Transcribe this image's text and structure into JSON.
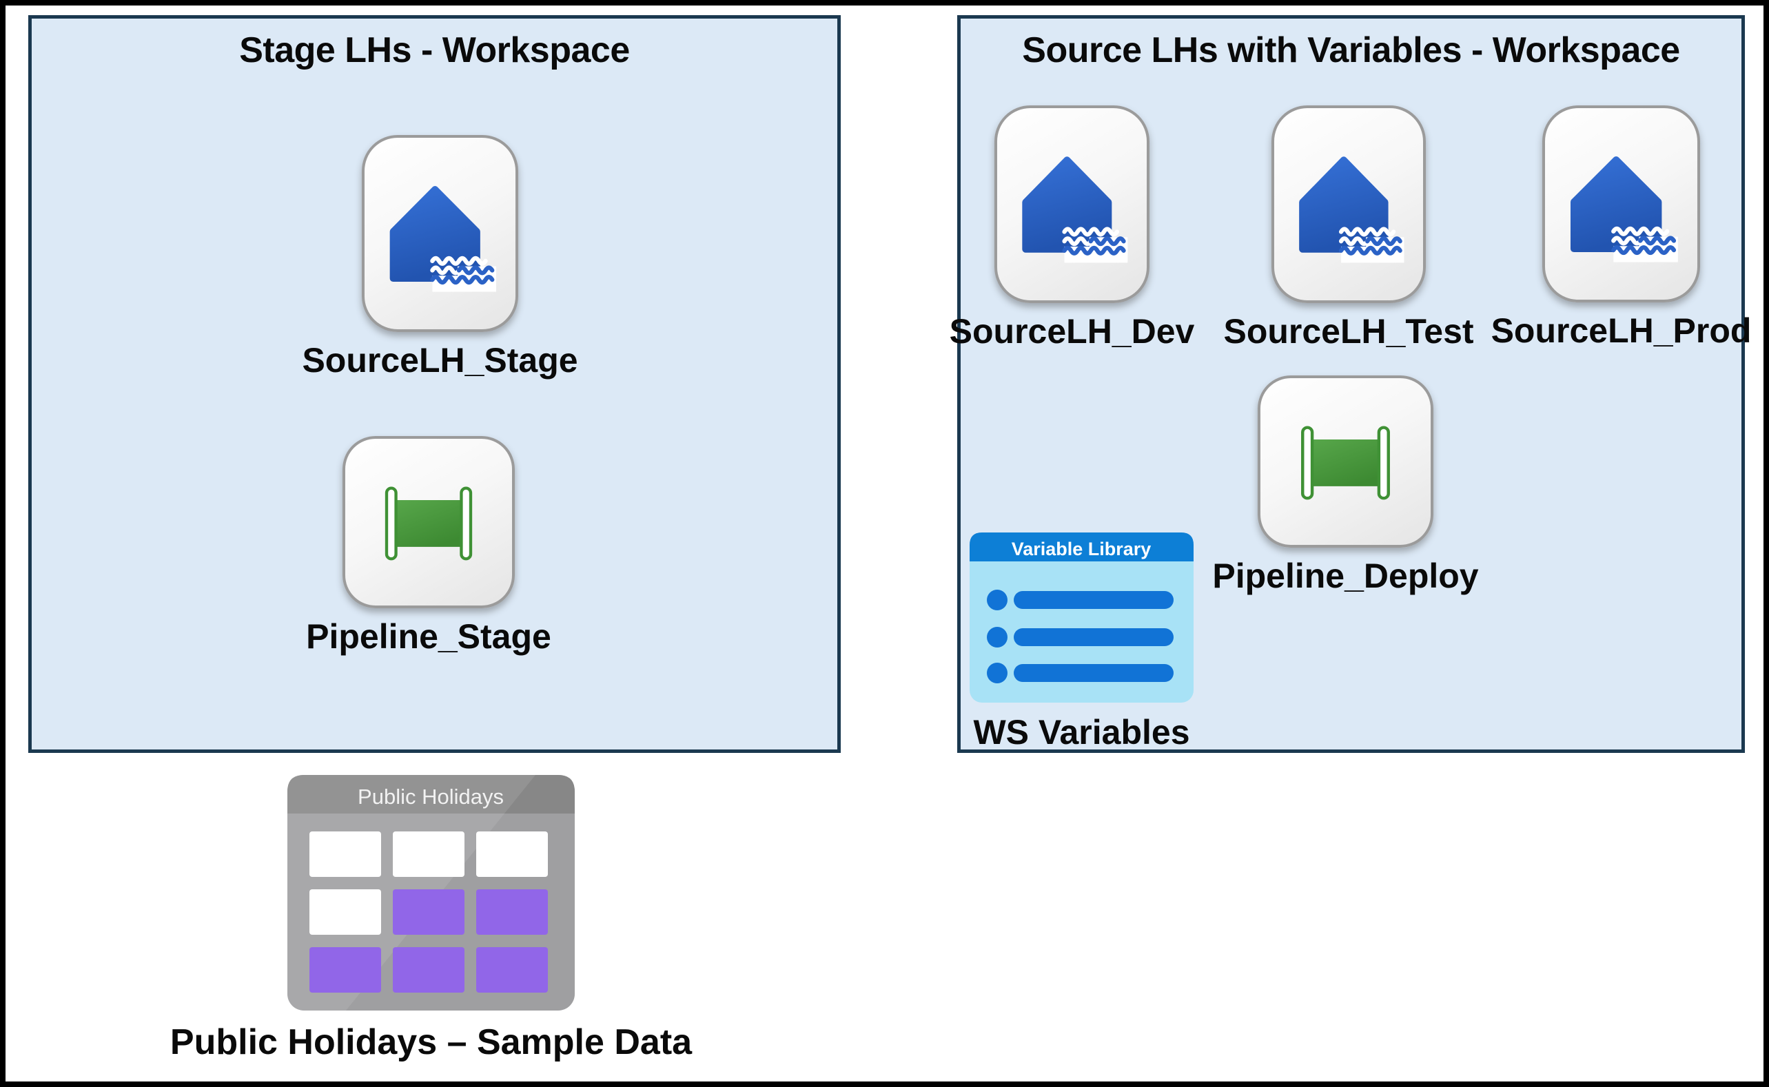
{
  "left_workspace": {
    "title": "Stage LHs - Workspace",
    "items": [
      {
        "icon": "lakehouse-icon",
        "label": "SourceLH_Stage"
      },
      {
        "icon": "pipeline-icon",
        "label": "Pipeline_Stage"
      }
    ]
  },
  "right_workspace": {
    "title": "Source LHs with Variables - Workspace",
    "lakehouses": [
      {
        "icon": "lakehouse-icon",
        "label": "SourceLH_Dev"
      },
      {
        "icon": "lakehouse-icon",
        "label": "SourceLH_Test"
      },
      {
        "icon": "lakehouse-icon",
        "label": "SourceLH_Prod"
      }
    ],
    "pipeline": {
      "icon": "pipeline-icon",
      "label": "Pipeline_Deploy"
    },
    "variable_library": {
      "icon": "variable-library-icon",
      "icon_header": "Variable Library",
      "label": "WS Variables"
    }
  },
  "sample_data": {
    "icon": "table-icon",
    "icon_header": "Public Holidays",
    "label": "Public Holidays – Sample Data"
  },
  "colors": {
    "workspace_fill": "#dce9f6",
    "workspace_border": "#1b3950",
    "lakehouse_blue": "#2b62c6",
    "pipeline_green": "#459a39",
    "variable_header_blue": "#0d7fd6",
    "variable_body_cyan": "#a8e2f6",
    "variable_row_blue": "#1173d6",
    "holiday_gray": "#9f9fa1",
    "holiday_header_gray": "#878787",
    "holiday_purple": "#9166e8",
    "tile_border_gray": "#9b9b9b"
  }
}
